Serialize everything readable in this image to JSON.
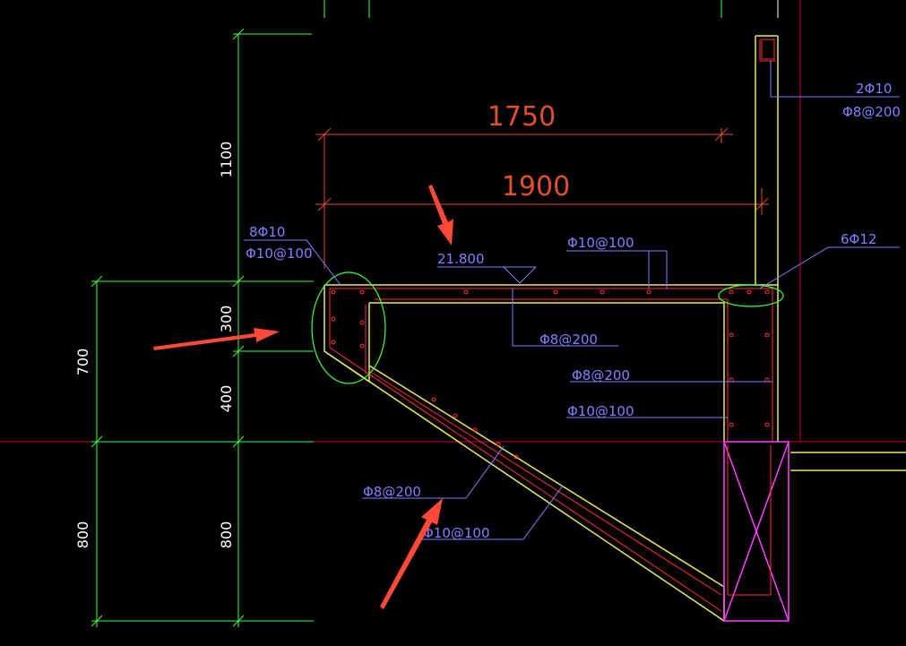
{
  "dimensions": {
    "top_span_1": "1750",
    "top_span_2": "1900",
    "left_outer_700": "700",
    "left_outer_800": "800",
    "left_inner_1100": "1100",
    "left_inner_300": "300",
    "left_inner_400": "400",
    "left_inner_800": "800"
  },
  "annotations": {
    "top_right_bars": "2Φ10",
    "top_right_stirrup": "Φ8@200",
    "corner_bars": "8Φ10",
    "corner_stirrup": "Φ10@100",
    "elevation": "21.800",
    "slab_top": "Φ10@100",
    "slab_dist": "Φ8@200",
    "beam_bars": "6Φ12",
    "wall_1": "Φ8@200",
    "wall_2": "Φ10@100",
    "stair_dist": "Φ8@200",
    "stair_main": "Φ10@100"
  },
  "colors": {
    "background": "#000000",
    "dimension_text": "#e0502a",
    "dimension_line": "#e0502a",
    "green_dim": "#40ff40",
    "annotation": "#8080ff",
    "concrete_outline": "#e8e860",
    "rebar": "#ff3030",
    "grid_red": "#c00030",
    "magenta": "#ff40ff",
    "arrow": "#ff4a3a"
  }
}
